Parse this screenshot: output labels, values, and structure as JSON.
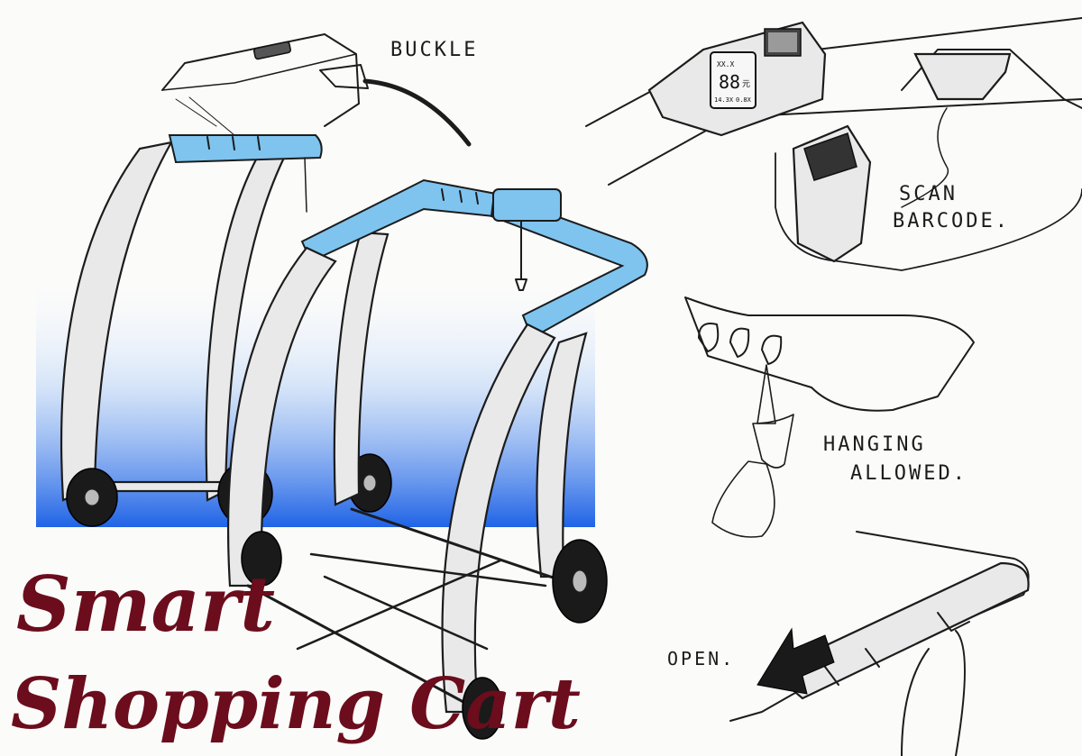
{
  "labels": {
    "buckle": "BUCKLE",
    "scan_line1": "SCAN",
    "scan_line2": "BARCODE.",
    "hanging_line1": "HANGING",
    "hanging_line2": "ALLOWED.",
    "open": "OPEN.",
    "title_line1": "Smart",
    "title_line2": "Shopping Cart"
  },
  "screen": {
    "top_text": "XX.X",
    "number": "88",
    "unit": "元",
    "bottom_left": "14.3X",
    "bottom_right": "0.8X"
  },
  "colors": {
    "accent_blue": "#7ec4ef",
    "backdrop_blue": "#1f63e6",
    "title_red": "#6b0d1c",
    "ink": "#1c1c1c"
  }
}
